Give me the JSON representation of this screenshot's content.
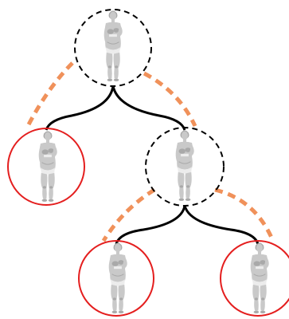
{
  "diagram": {
    "type": "binary-tree",
    "colors": {
      "internal_node_stroke": "#000000",
      "leaf_node_stroke": "#e41e1e",
      "tree_edge": "#000000",
      "split_arc": "#f0915a",
      "figure_fill": "#c9c9c9",
      "figure_shadow": "#a9a9a9",
      "figure_highlight": "#ececec"
    },
    "nodes": [
      {
        "id": "root",
        "kind": "internal",
        "node_style": "dashed-circle",
        "content": "3d-human-body-scan"
      },
      {
        "id": "left-leaf",
        "kind": "leaf",
        "node_style": "solid-circle",
        "content": "3d-human-body-scan"
      },
      {
        "id": "right-internal",
        "kind": "internal",
        "node_style": "dashed-circle",
        "content": "3d-human-body-scan"
      },
      {
        "id": "bottom-left-leaf",
        "kind": "leaf",
        "node_style": "solid-circle",
        "content": "3d-human-body-scan"
      },
      {
        "id": "bottom-right-leaf",
        "kind": "leaf",
        "node_style": "solid-circle",
        "content": "3d-human-body-scan"
      }
    ],
    "edges": [
      {
        "from": "root",
        "to": "left-leaf"
      },
      {
        "from": "root",
        "to": "right-internal"
      },
      {
        "from": "right-internal",
        "to": "bottom-left-leaf"
      },
      {
        "from": "right-internal",
        "to": "bottom-right-leaf"
      }
    ],
    "split_arcs": [
      {
        "parent": "root"
      },
      {
        "parent": "right-internal"
      }
    ]
  }
}
